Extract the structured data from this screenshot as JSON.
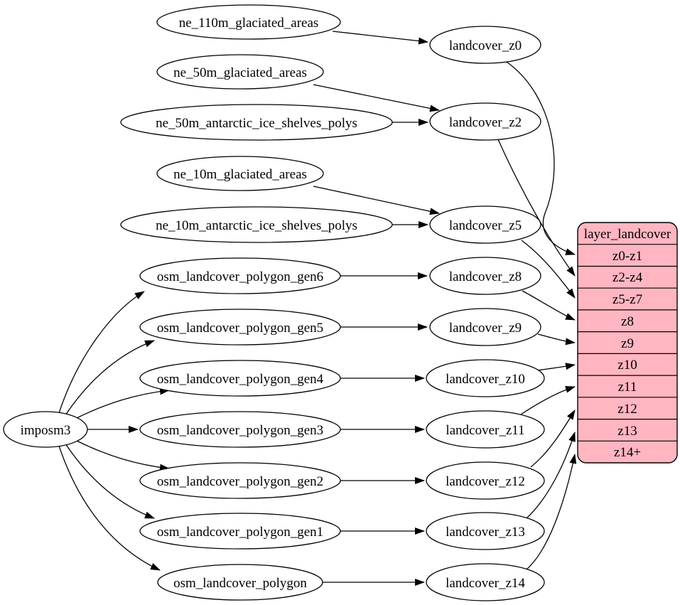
{
  "diagram_type": "graphviz-etl-dependency-graph",
  "colors": {
    "background": "#ffffff",
    "node_fill": "#ffffff",
    "node_stroke": "#000000",
    "edge": "#000000",
    "table_fill": "#ffb6c1",
    "table_stroke": "#000000",
    "text": "#000000"
  },
  "nodes": [
    {
      "id": "imposm3",
      "label": "imposm3"
    },
    {
      "id": "ne_110m_glaciated_areas",
      "label": "ne_110m_glaciated_areas"
    },
    {
      "id": "ne_50m_glaciated_areas",
      "label": "ne_50m_glaciated_areas"
    },
    {
      "id": "ne_50m_antarctic_ice_shelves_polys",
      "label": "ne_50m_antarctic_ice_shelves_polys"
    },
    {
      "id": "ne_10m_glaciated_areas",
      "label": "ne_10m_glaciated_areas"
    },
    {
      "id": "ne_10m_antarctic_ice_shelves_polys",
      "label": "ne_10m_antarctic_ice_shelves_polys"
    },
    {
      "id": "osm_landcover_polygon_gen6",
      "label": "osm_landcover_polygon_gen6"
    },
    {
      "id": "osm_landcover_polygon_gen5",
      "label": "osm_landcover_polygon_gen5"
    },
    {
      "id": "osm_landcover_polygon_gen4",
      "label": "osm_landcover_polygon_gen4"
    },
    {
      "id": "osm_landcover_polygon_gen3",
      "label": "osm_landcover_polygon_gen3"
    },
    {
      "id": "osm_landcover_polygon_gen2",
      "label": "osm_landcover_polygon_gen2"
    },
    {
      "id": "osm_landcover_polygon_gen1",
      "label": "osm_landcover_polygon_gen1"
    },
    {
      "id": "osm_landcover_polygon",
      "label": "osm_landcover_polygon"
    },
    {
      "id": "landcover_z0",
      "label": "landcover_z0"
    },
    {
      "id": "landcover_z2",
      "label": "landcover_z2"
    },
    {
      "id": "landcover_z5",
      "label": "landcover_z5"
    },
    {
      "id": "landcover_z8",
      "label": "landcover_z8"
    },
    {
      "id": "landcover_z9",
      "label": "landcover_z9"
    },
    {
      "id": "landcover_z10",
      "label": "landcover_z10"
    },
    {
      "id": "landcover_z11",
      "label": "landcover_z11"
    },
    {
      "id": "landcover_z12",
      "label": "landcover_z12"
    },
    {
      "id": "landcover_z13",
      "label": "landcover_z13"
    },
    {
      "id": "landcover_z14",
      "label": "landcover_z14"
    }
  ],
  "table": {
    "title": "layer_landcover",
    "rows": [
      "z0-z1",
      "z2-z4",
      "z5-z7",
      "z8",
      "z9",
      "z10",
      "z11",
      "z12",
      "z13",
      "z14+"
    ]
  },
  "edges": [
    {
      "from": "ne_110m_glaciated_areas",
      "to": "landcover_z0"
    },
    {
      "from": "ne_50m_glaciated_areas",
      "to": "landcover_z2"
    },
    {
      "from": "ne_50m_antarctic_ice_shelves_polys",
      "to": "landcover_z2"
    },
    {
      "from": "ne_10m_glaciated_areas",
      "to": "landcover_z5"
    },
    {
      "from": "ne_10m_antarctic_ice_shelves_polys",
      "to": "landcover_z5"
    },
    {
      "from": "imposm3",
      "to": "osm_landcover_polygon_gen6"
    },
    {
      "from": "imposm3",
      "to": "osm_landcover_polygon_gen5"
    },
    {
      "from": "imposm3",
      "to": "osm_landcover_polygon_gen4"
    },
    {
      "from": "imposm3",
      "to": "osm_landcover_polygon_gen3"
    },
    {
      "from": "imposm3",
      "to": "osm_landcover_polygon_gen2"
    },
    {
      "from": "imposm3",
      "to": "osm_landcover_polygon_gen1"
    },
    {
      "from": "imposm3",
      "to": "osm_landcover_polygon"
    },
    {
      "from": "osm_landcover_polygon_gen6",
      "to": "landcover_z8"
    },
    {
      "from": "osm_landcover_polygon_gen5",
      "to": "landcover_z9"
    },
    {
      "from": "osm_landcover_polygon_gen4",
      "to": "landcover_z10"
    },
    {
      "from": "osm_landcover_polygon_gen3",
      "to": "landcover_z11"
    },
    {
      "from": "osm_landcover_polygon_gen2",
      "to": "landcover_z12"
    },
    {
      "from": "osm_landcover_polygon_gen1",
      "to": "landcover_z13"
    },
    {
      "from": "osm_landcover_polygon",
      "to": "landcover_z14"
    },
    {
      "from": "landcover_z0",
      "to": "layer_landcover.z0-z1"
    },
    {
      "from": "landcover_z2",
      "to": "layer_landcover.z2-z4"
    },
    {
      "from": "landcover_z5",
      "to": "layer_landcover.z5-z7"
    },
    {
      "from": "landcover_z8",
      "to": "layer_landcover.z8"
    },
    {
      "from": "landcover_z9",
      "to": "layer_landcover.z9"
    },
    {
      "from": "landcover_z10",
      "to": "layer_landcover.z10"
    },
    {
      "from": "landcover_z11",
      "to": "layer_landcover.z11"
    },
    {
      "from": "landcover_z12",
      "to": "layer_landcover.z12"
    },
    {
      "from": "landcover_z13",
      "to": "layer_landcover.z13"
    },
    {
      "from": "landcover_z14",
      "to": "layer_landcover.z14+"
    }
  ]
}
